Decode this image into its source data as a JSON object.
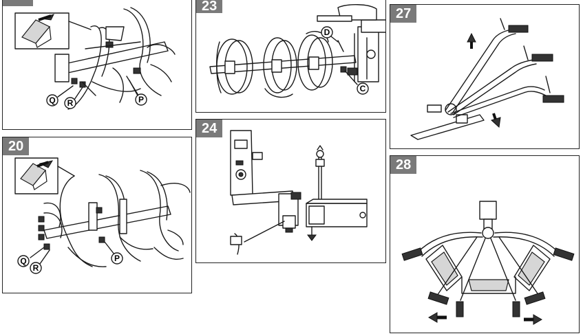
{
  "panels": {
    "p19": {
      "number": "",
      "labels": {
        "q": "Q",
        "r": "R",
        "p": "P"
      }
    },
    "p20": {
      "number": "20",
      "labels": {
        "q": "Q",
        "r": "R",
        "p": "P"
      }
    },
    "p23": {
      "number": "23",
      "labels": {
        "d": "D",
        "c": "C"
      }
    },
    "p24": {
      "number": "24"
    },
    "p27": {
      "number": "27"
    },
    "p28": {
      "number": "28"
    }
  }
}
